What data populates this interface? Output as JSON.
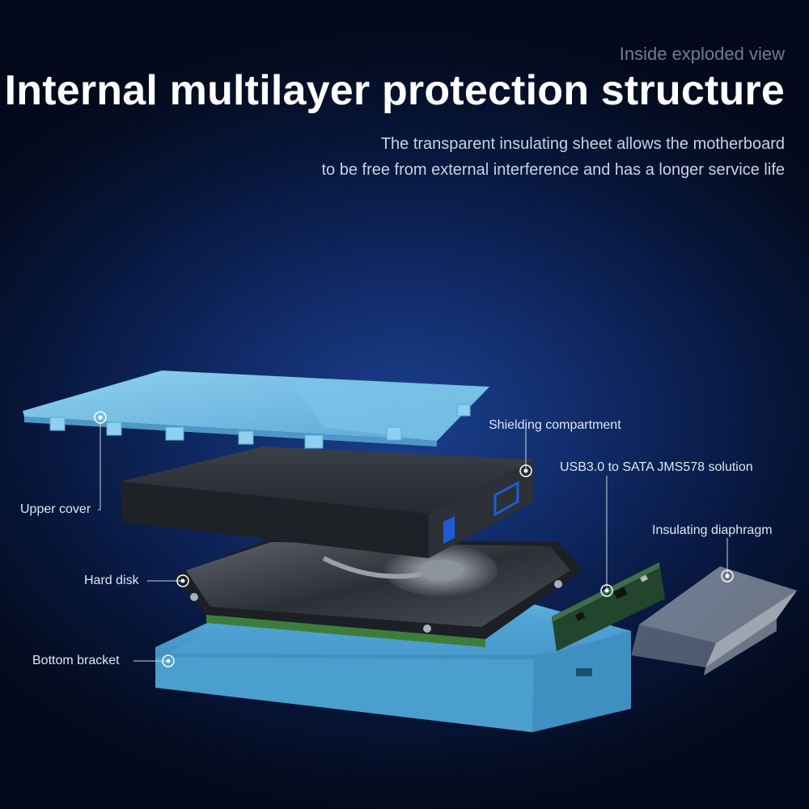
{
  "header": {
    "eyebrow": "Inside exploded view",
    "title": "Internal multilayer protection structure",
    "description_line1": "The transparent insulating sheet allows the motherboard",
    "description_line2": "to be free from external interference and has a longer service life"
  },
  "callouts": {
    "upper_cover": "Upper cover",
    "shielding_compartment": "Shielding compartment",
    "usb_solution": "USB3.0 to SATA JMS578 solution",
    "insulating_diaphragm": "Insulating diaphragm",
    "hard_disk": "Hard disk",
    "bottom_bracket": "Bottom bracket"
  },
  "colors": {
    "accent_blue": "#6ab5dc",
    "background": "#0b1f4f"
  }
}
